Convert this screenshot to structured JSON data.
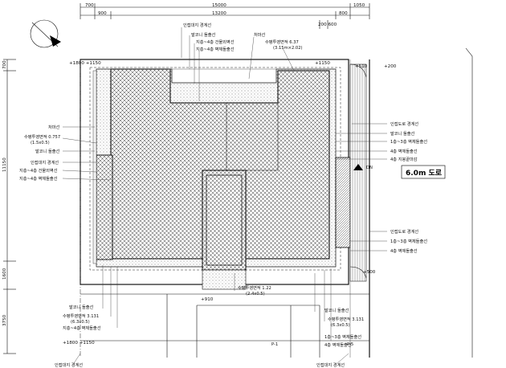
{
  "dimensions": {
    "top_700": "700",
    "top_15000": "15000",
    "top_1050": "1050",
    "top_900": "900",
    "top_13200": "13200",
    "top_800": "800",
    "top_200_600": "200  600",
    "left_700": "700",
    "left_11150": "11150",
    "left_1600": "1600",
    "left_3750": "3750"
  },
  "levels": {
    "tl": "+1800  +1150",
    "tr": "+1150",
    "tr2": "+510",
    "tr3": "+200",
    "br": "+500",
    "bottom_mid": "+910",
    "bl": "+1800  +1150"
  },
  "labels": {
    "top_site_boundary": "인접대지 경계선",
    "balcony_proj_top": "발코니 돌출선",
    "floor1_4_line": "지층~4층 건물외벽선",
    "floor4_line": "지층~4층 벽체돌출선",
    "top_eave": "처마선",
    "top_eave_area": "수평투영면적 6.37",
    "top_eave_area_calc": "(3.15m×2.02)",
    "left_eave": "처마선",
    "left_eave_area": "수평투영면적 0.757",
    "left_eave_area_calc": "(1.5x0.5)",
    "left_balcony": "발코니 돌출선",
    "left_site_boundary": "인접대지 경계선",
    "left_floor_line": "지층~4층 건물외벽선",
    "left_floor4": "지층~4층 벽체돌출선",
    "right_road_boundary": "인접도로 경계선",
    "right_balcony": "발코니 돌출선",
    "right_floor1_3": "1층~3층 벽체돌출선",
    "right_floor4": "4층 벽체돌출선",
    "right_floor4b": "4층 지붕끝마감",
    "dn": "DN",
    "road_label": "6.0m 도로",
    "right_road_boundary2": "인접도로 경계선",
    "right_floor1_3b": "1층~3층 벽체돌출선",
    "right_floor4c": "4층 벽체돌출선",
    "bottom_balcony_left": "발코니 돌출선",
    "bottom_area_left": "수평투영면적 3.131",
    "bottom_area_left_calc": "(6.3x0.5)",
    "bottom_floor_left": "지층~4층 벽체돌출선",
    "bottom_mid_area": "수평투영면적 1.22",
    "bottom_mid_area_calc": "(2.4x0.5)",
    "bottom_balcony_right": "발코니 돌출선",
    "bottom_area_right": "수평투영면적 3.131",
    "bottom_area_right_calc": "(6.3x0.5)",
    "bottom_floor_right": "1층~3층 벽체돌출선",
    "bottom_floor4_right": "4층 벽체돌출선",
    "bottom_site_left": "인접대지 경계선",
    "bottom_site_right": "인접대지 경계선",
    "parking_f1": "P-1",
    "parking_f5": "P-5"
  }
}
